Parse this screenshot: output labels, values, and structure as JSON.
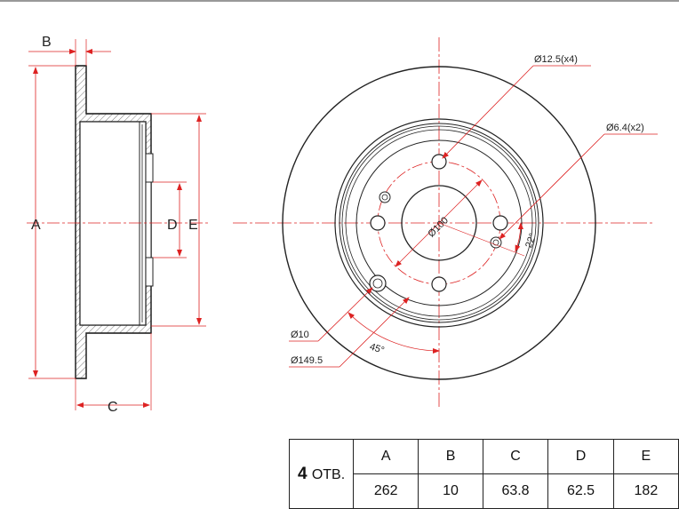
{
  "dims": {
    "a": "A",
    "b": "B",
    "c": "C",
    "d": "D",
    "e": "E",
    "bolt_hole": "Ø12.5(x4)",
    "pin_hole": "Ø6.4(x2)",
    "pcd": "Ø100",
    "angle_pin": "22°",
    "angle_bolt": "45°",
    "center_hole": "Ø10",
    "outer_pcd": "Ø149.5"
  },
  "spec_table": {
    "holes_count": "4",
    "holes_suffix": "ОТВ.",
    "headers": [
      "A",
      "B",
      "C",
      "D",
      "E"
    ],
    "values": [
      "262",
      "10",
      "63.8",
      "62.5",
      "182"
    ]
  }
}
